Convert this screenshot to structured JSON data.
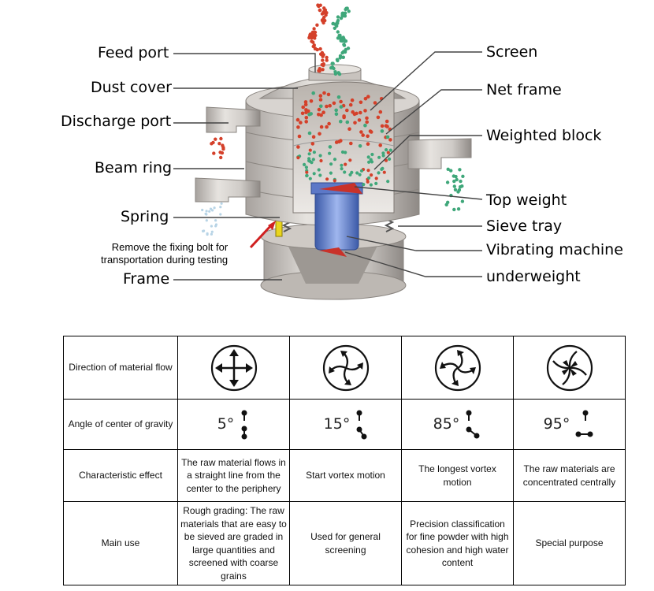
{
  "labels": {
    "feed_port": "Feed port",
    "dust_cover": "Dust cover",
    "discharge_port": "Discharge port",
    "beam_ring": "Beam ring",
    "spring": "Spring",
    "frame": "Frame",
    "screen": "Screen",
    "net_frame": "Net frame",
    "weighted_block": "Weighted block",
    "top_weight": "Top weight",
    "sieve_tray": "Sieve tray",
    "vibrating_machine": "Vibrating machine",
    "underweight": "underweight",
    "note_line1": "Remove the fixing bolt for",
    "note_line2": "transportation during testing"
  },
  "table": {
    "rows": [
      {
        "header": "Direction of material flow",
        "type": "symbol"
      },
      {
        "header": "Angle of center of gravity",
        "type": "angle"
      },
      {
        "header": "Characteristic effect",
        "type": "text"
      },
      {
        "header": "Main use",
        "type": "text"
      }
    ],
    "columns": [
      {
        "flow_icon": "four-arrows-cross-icon",
        "angle": "5°",
        "effect": "The raw material flows in a straight line from the center to the periphery",
        "use": "Rough grading: The raw materials that are easy to be sieved are graded in large quantities and screened with coarse grains"
      },
      {
        "flow_icon": "swirl-arrows-icon",
        "angle": "15°",
        "effect": "Start vortex motion",
        "use": "Used for general screening"
      },
      {
        "flow_icon": "strong-vortex-icon",
        "angle": "85°",
        "effect": "The longest vortex motion",
        "use": "Precision classification for fine powder with high cohesion and high water content"
      },
      {
        "flow_icon": "central-vortex-icon",
        "angle": "95°",
        "effect": "The raw materials are concentrated centrally",
        "use": "Special purpose"
      }
    ]
  },
  "colors": {
    "metal_light": "#d9d6d2",
    "metal_dark": "#8f8a86",
    "particle_red": "#d4402a",
    "particle_green": "#3fa77a",
    "motor_blue": "#6f8fd6",
    "leader_line": "#444444"
  }
}
